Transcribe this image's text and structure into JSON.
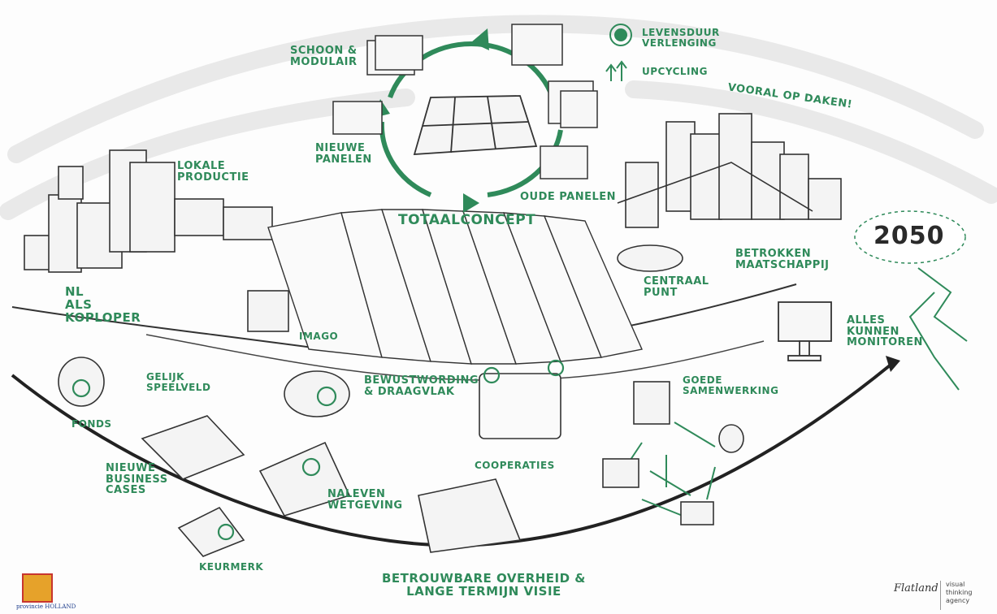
{
  "labels": {
    "schoon": "SCHOON &\nMODULAIR",
    "levensduur": "LEVENSDUUR\nVERLENGING",
    "upcycling": "UPCYCLING",
    "vooral": "VOORAL OP DAKEN!",
    "nieuwe_panelen": "NIEUWE\nPANELEN",
    "lokale": "LOKALE\nPRODUCTIE",
    "oude_panelen": "OUDE PANELEN",
    "totaal": "TOTAALCONCEPT",
    "jaar": "2050",
    "betrokken": "BETROKKEN\nMAATSCHAPPIJ",
    "centraal": "CENTRAAL\nPUNT",
    "nl": "NL\nALS\nKOPLOPER",
    "imago": "IMAGO",
    "alles": "ALLES\nKUNNEN\nMONITOREN",
    "gelijk": "GELIJK\nSPEELVELD",
    "bewust": "BEWUSTWORDING\n& DRAAGVLAK",
    "goede": "GOEDE\nSAMENWERKING",
    "fonds": "FONDS",
    "cooperaties": "COOPERATIES",
    "nieuwe_business": "NIEUWE\nBUSINESS\nCASES",
    "naleven": "NALEVEN\nWETGEVING",
    "keurmerk": "KEURMERK",
    "betrouwbare": "BETROUWBARE OVERHEID &\nLANGE TERMIJN VISIE"
  },
  "logos": {
    "left_text": "provincie HOLLAND",
    "right_signature": "Flatland",
    "right_agency": "visual\nthinking\nagency"
  },
  "colors": {
    "accent": "#2f8a5a",
    "ink": "#2a2a2a"
  }
}
